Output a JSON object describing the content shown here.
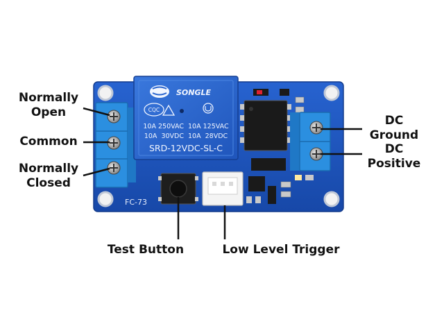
{
  "colors": {
    "pcb": "#1d57c4",
    "relay": "#2a66cf",
    "terminal": "#2b8fe0",
    "chip": "#1a1a1a",
    "connector": "#f4f4f4",
    "silver": "#c9c9c9",
    "leader": "#111111"
  },
  "relay": {
    "brand": "SONGLE",
    "cert": "CQC",
    "rating_line1": "10A 250VAC  10A 125VAC",
    "rating_line2": "10A  30VDC  10A  28VDC",
    "model": "SRD-12VDC-SL-C"
  },
  "board": {
    "model": "FC-73"
  },
  "labels": {
    "normally_open": [
      "Normally",
      "Open"
    ],
    "common": "Common",
    "normally_closed": [
      "Normally",
      "Closed"
    ],
    "dc_ground": [
      "DC",
      "Ground"
    ],
    "dc_positive": [
      "DC",
      "Positive"
    ],
    "test_button": "Test Button",
    "low_level_trigger": "Low Level Trigger"
  }
}
